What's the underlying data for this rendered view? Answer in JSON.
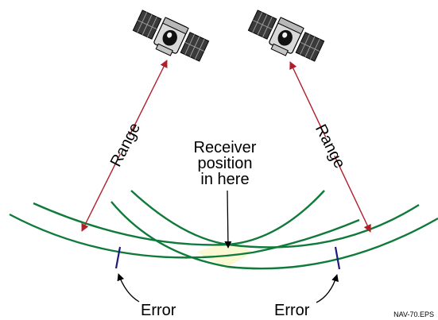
{
  "labels": {
    "range_left": "Range",
    "range_right": "Range",
    "receiver_line1": "Receiver",
    "receiver_line2": "position",
    "receiver_line3": "in here",
    "error_left": "Error",
    "error_right": "Error",
    "file_name": "NAV-70.EPS"
  },
  "colors": {
    "arc": "#0f7a3a",
    "range_arrow": "#b01e2a",
    "error_bar": "#1c1c7a",
    "region_fill": "#fbf8d4",
    "ink": "#000000"
  },
  "icons": [
    "satellite-icon",
    "satellite-icon"
  ]
}
